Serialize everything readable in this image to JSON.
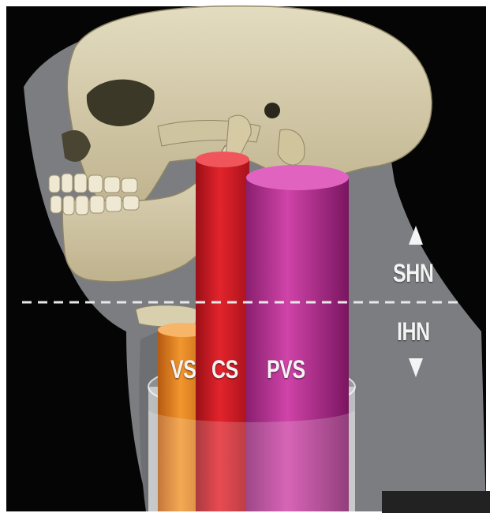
{
  "labels": {
    "vs": "VS",
    "cs": "CS",
    "pvs": "PVS",
    "shn": "SHN",
    "ihn": "IHN"
  },
  "colors": {
    "background": "#050505",
    "neck_shadow": "#7b7d80",
    "bone": "#d8cfae",
    "vs_column": "#e98a2a",
    "cs_column": "#d8202a",
    "pvs_column": "#c0389a",
    "label_text": "#f4f4f4",
    "divider": "#e8e8e8"
  },
  "icons": {
    "up_arrow": "triangle-up-icon",
    "down_arrow": "triangle-down-icon"
  }
}
